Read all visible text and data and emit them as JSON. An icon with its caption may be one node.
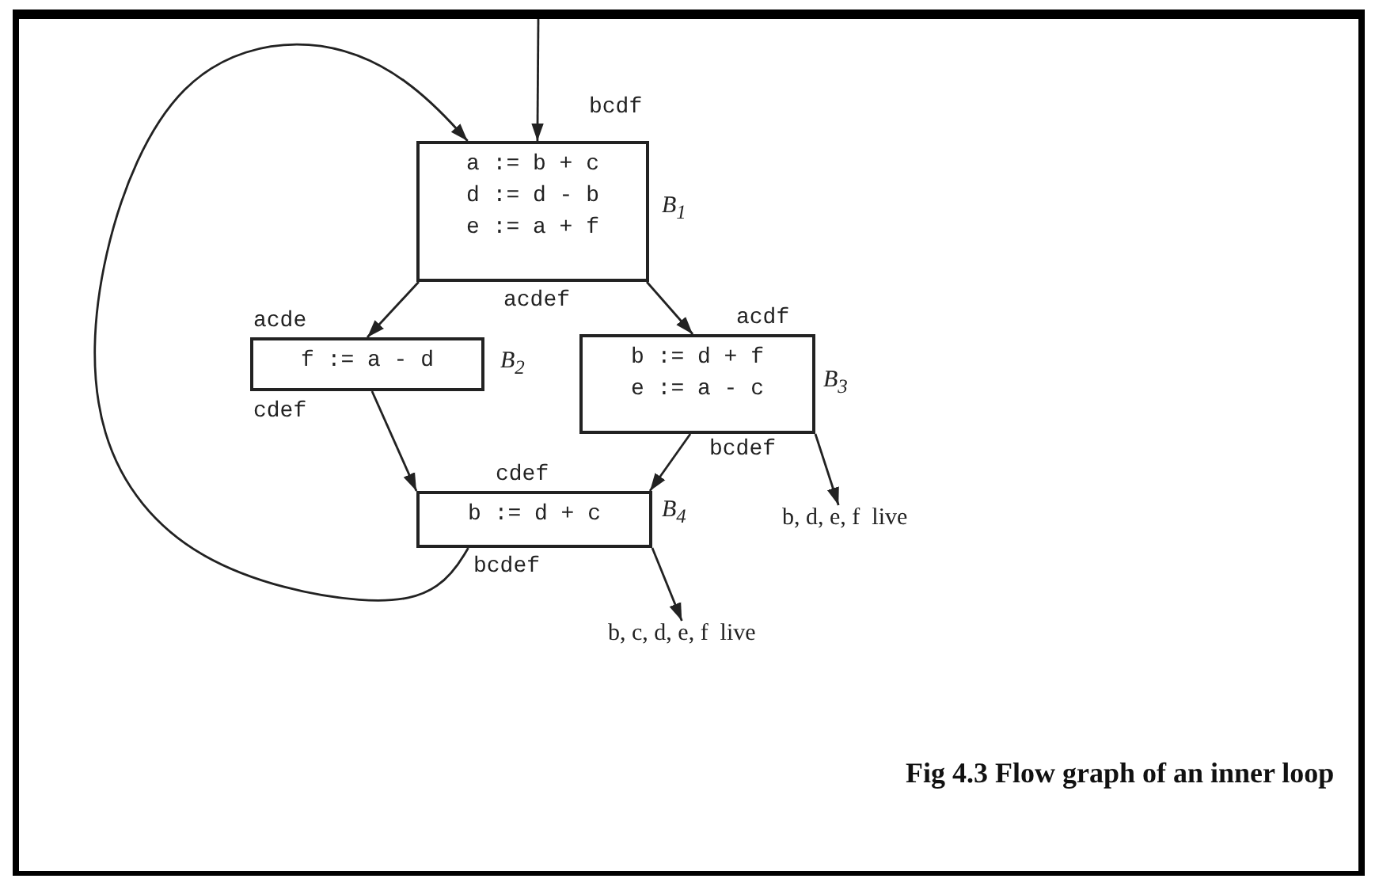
{
  "diagram": {
    "caption": "Fig 4.3 Flow graph of an inner loop",
    "nodes": [
      {
        "text": [
          "a := b + c",
          "d := d - b",
          "e := a + f"
        ],
        "beside": [
          "bcdf",
          "B$_{1}$",
          "acdef"
        ]
      },
      {
        "text": [
          "f := a - d"
        ],
        "beside": [
          "acde",
          "B$_{2}$",
          "cdef"
        ]
      },
      {
        "text": [
          "b := d + f",
          "e := a - c"
        ],
        "beside": [
          "acdf",
          "B$_{3}$",
          "bcdef"
        ]
      },
      {
        "text": [
          "b := d + c"
        ],
        "beside": [
          "cdef",
          "B$_{4}$",
          "bcdef"
        ]
      },
      {
        "text": [
          "b, d, e, f  live"
        ]
      },
      {
        "text": [
          "b, c, d, e, f  live"
        ]
      }
    ],
    "edges": [
      {
        "from": null,
        "to": 0,
        "arrow": "to"
      },
      {
        "from": 0,
        "to": 1,
        "arrow": "to"
      },
      {
        "from": 0,
        "to": 2,
        "arrow": "to"
      },
      {
        "from": 1,
        "to": 3,
        "arrow": "to"
      },
      {
        "from": 2,
        "to": 3,
        "arrow": "to"
      },
      {
        "from": 3,
        "to": 0,
        "arrow": "to"
      },
      {
        "from": 2,
        "to": 4,
        "arrow": "to"
      },
      {
        "from": 3,
        "to": 5,
        "arrow": "to"
      }
    ]
  }
}
